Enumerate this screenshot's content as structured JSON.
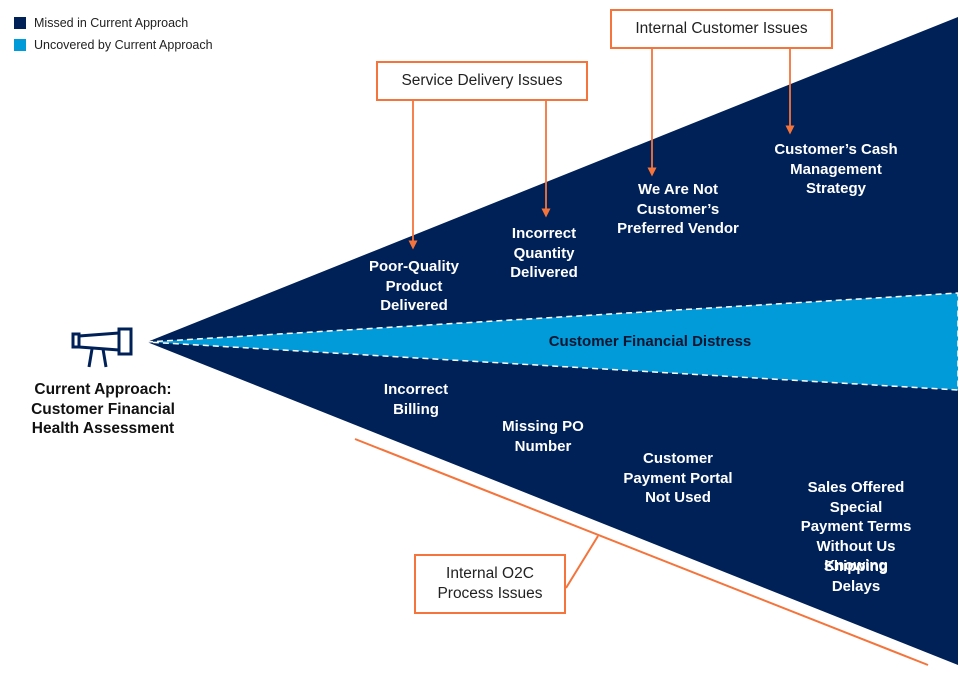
{
  "legend": [
    {
      "label": "Missed in Current Approach",
      "color": "#002157"
    },
    {
      "label": "Uncovered by Current Approach",
      "color": "#009bd8"
    }
  ],
  "colors": {
    "missed": "#002157",
    "uncovered": "#009bd8",
    "accent": "#f4743b"
  },
  "approach": {
    "icon": "telescope-icon",
    "label": "Current Approach:\nCustomer Financial\nHealth Assessment"
  },
  "center_label": "Customer Financial Distress",
  "categories": {
    "service_delivery": "Service Delivery Issues",
    "internal_customer": "Internal Customer Issues",
    "internal_o2c": "Internal O2C\nProcess Issues"
  },
  "issues": {
    "poor_quality": "Poor-Quality\nProduct\nDelivered",
    "incorrect_quantity": "Incorrect\nQuantity\nDelivered",
    "not_preferred_vendor": "We Are Not\nCustomer’s\nPreferred Vendor",
    "cash_management": "Customer’s Cash\nManagement\nStrategy",
    "incorrect_billing": "Incorrect\nBilling",
    "missing_po": "Missing PO\nNumber",
    "portal_not_used": "Customer\nPayment Portal\nNot Used",
    "special_terms": "Sales Offered Special\nPayment Terms\nWithout Us Knowing",
    "shipping_delays": "Shipping Delays"
  }
}
